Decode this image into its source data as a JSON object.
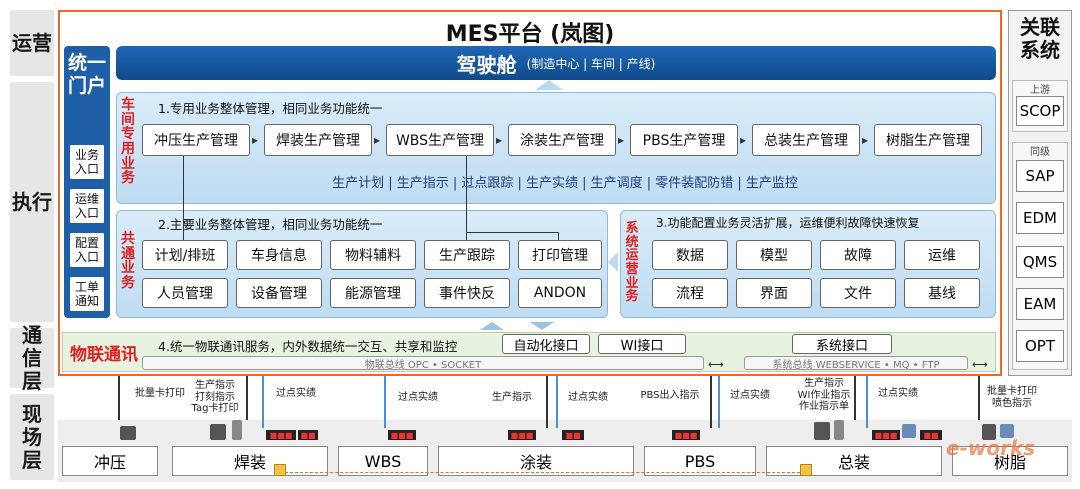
{
  "layers": [
    "运营",
    "执行",
    "通信层",
    "现场层"
  ],
  "title": "MES平台 (岚图)",
  "portal": {
    "title": "统一门户",
    "items": [
      "业务入口",
      "运维入口",
      "配置入口",
      "工单通知"
    ]
  },
  "cockpit": {
    "title": "驾驶舱",
    "subtitle": "(制造中心 | 车间 | 产线)"
  },
  "workshop": {
    "label": "车间专用业务",
    "heading": "1.专用业务整体管理，相同业务功能统一",
    "boxes": [
      "冲压生产管理",
      "焊装生产管理",
      "WBS生产管理",
      "涂装生产管理",
      "PBS生产管理",
      "总装生产管理",
      "树脂生产管理"
    ],
    "functions": "生产计划 | 生产指示 | 过点跟踪 | 生产实绩 | 生产调度 | 零件装配防错 | 生产监控"
  },
  "common": {
    "label": "共通业务",
    "heading": "2.主要业务整体管理，相同业务功能统一",
    "row1": [
      "计划/排班",
      "车身信息",
      "物料辅料",
      "生产跟踪",
      "打印管理"
    ],
    "row2": [
      "人员管理",
      "设备管理",
      "能源管理",
      "事件快反",
      "ANDON"
    ]
  },
  "ops": {
    "label": "系统运营业务",
    "heading": "3.功能配置业务灵活扩展，运维便利故障快速恢复",
    "row1": [
      "数据",
      "模型",
      "故障",
      "运维"
    ],
    "row2": [
      "流程",
      "界面",
      "文件",
      "基线"
    ]
  },
  "iot": {
    "title": "物联通讯",
    "heading": "4.统一物联通讯服务，内外数据统一交互、共享和监控",
    "interfaces": [
      "自动化接口",
      "WI接口",
      "系统接口"
    ],
    "bus_left": "物联总线 OPC • SOCKET",
    "bus_right": "系统总线 WEBSERVICE • MQ • FTP"
  },
  "related": {
    "title": "关联系统",
    "upstream_label": "上游",
    "upstream": [
      "SCOP"
    ],
    "peer_label": "同级",
    "peer": [
      "SAP",
      "EDM",
      "QMS",
      "EAM",
      "OPT"
    ]
  },
  "site": {
    "workshops": [
      "冲压",
      "焊装",
      "WBS",
      "涂装",
      "PBS",
      "总装",
      "树脂"
    ],
    "notes": [
      "批量卡打印",
      "生产指示\n打刻指示\nTag卡打印",
      "过点实绩",
      "过点实绩",
      "生产指示",
      "过点实绩",
      "PBS出入指示",
      "过点实绩",
      "生产指示\nWI作业指示\n作业指示单",
      "过点实绩",
      "批量卡打印\n喷色指示"
    ]
  },
  "watermark": "e-works",
  "colors": {
    "accent": "#e8692b",
    "brand_blue": "#1e5fa8",
    "label_red": "#e02020"
  }
}
